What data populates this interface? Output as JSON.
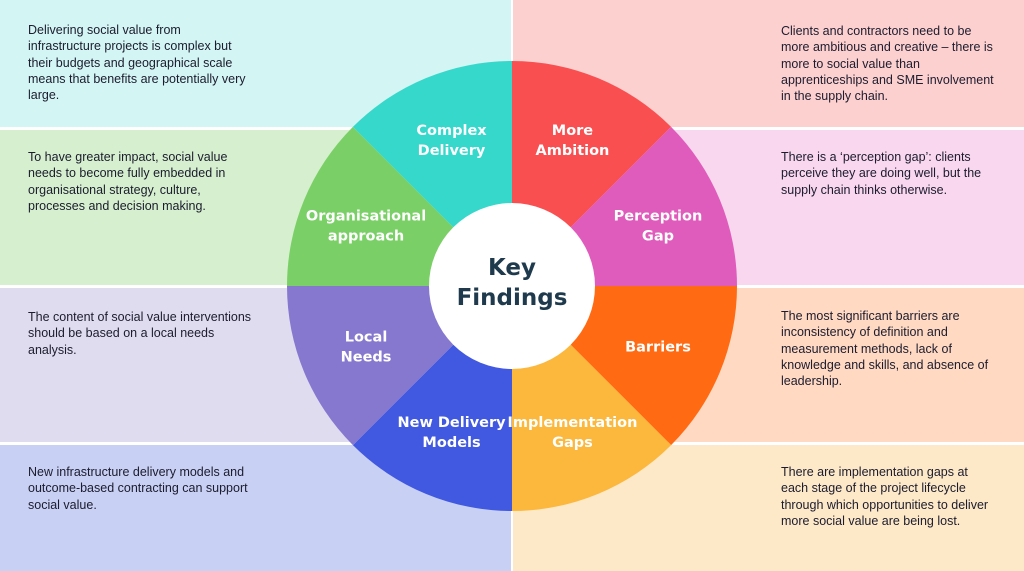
{
  "center": {
    "line1": "Key",
    "line2": "Findings"
  },
  "panels": [
    {
      "id": "complex-delivery",
      "text": "Delivering social value from infrastructure projects is complex but their budgets and geographical scale means that benefits are potentially very large.",
      "bg": "#d3f5f3"
    },
    {
      "id": "more-ambition",
      "text": "Clients and contractors need to be more ambitious and creative – there is more to social value than apprenticeships and SME involvement in the supply chain.",
      "bg": "#fdd0d0"
    },
    {
      "id": "organisational-approach",
      "text": "To have greater impact, social value needs to become fully embedded in organisational strategy, culture, processes and decision making.",
      "bg": "#d6f0cf"
    },
    {
      "id": "perception-gap",
      "text": "There is a ‘perception gap’: clients perceive they are doing well, but the supply chain thinks otherwise.",
      "bg": "#f9d7ef"
    },
    {
      "id": "local-needs",
      "text": "The content of social value interventions should be based on a local needs analysis.",
      "bg": "#e0dcf0"
    },
    {
      "id": "barriers",
      "text": "The most significant barriers are inconsistency of definition and measurement methods, lack of knowledge and skills, and absence of leadership.",
      "bg": "#ffd9c2"
    },
    {
      "id": "new-delivery-models",
      "text": "New infrastructure delivery models and outcome-based contracting can support social value.",
      "bg": "#c8d0f4"
    },
    {
      "id": "implementation-gaps",
      "text": "There are implementation gaps at each stage of the project lifecycle through which opportunities to deliver more social value are being lost.",
      "bg": "#fde9c8"
    }
  ],
  "segments": [
    {
      "id": "more-ambition",
      "line1": "More",
      "line2": "Ambition",
      "color": "#f94f50"
    },
    {
      "id": "perception-gap",
      "line1": "Perception",
      "line2": "Gap",
      "color": "#e05cbc"
    },
    {
      "id": "barriers",
      "line1": "Barriers",
      "line2": "",
      "color": "#ff6a12"
    },
    {
      "id": "implementation-gaps",
      "line1": "Implementation",
      "line2": "Gaps",
      "color": "#fcb73d"
    },
    {
      "id": "new-delivery-models",
      "line1": "New Delivery",
      "line2": "Models",
      "color": "#4158e0"
    },
    {
      "id": "local-needs",
      "line1": "Local",
      "line2": "Needs",
      "color": "#8778cf"
    },
    {
      "id": "organisational-approach",
      "line1": "Organisational",
      "line2": "approach",
      "color": "#7ad066"
    },
    {
      "id": "complex-delivery",
      "line1": "Complex",
      "line2": "Delivery",
      "color": "#36d8cb"
    }
  ]
}
